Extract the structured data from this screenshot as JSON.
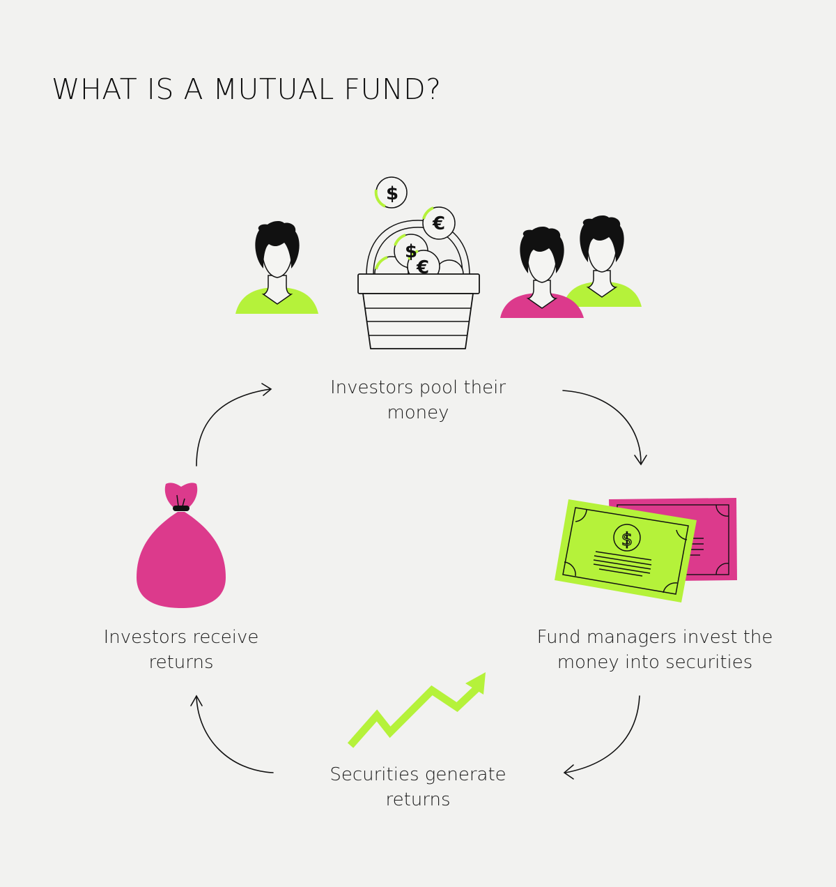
{
  "title": "WHAT IS A MUTUAL FUND?",
  "colors": {
    "background": "#f2f2f0",
    "lime": "#b5f23a",
    "magenta": "#dc3a8c",
    "ink": "#111111"
  },
  "steps": [
    {
      "id": "pool",
      "label_line1": "Investors pool their",
      "label_line2": "money",
      "icon": "basket-of-coins-with-investors"
    },
    {
      "id": "invest",
      "label_line1": "Fund managers invest the",
      "label_line2": "money into securities",
      "icon": "banknotes"
    },
    {
      "id": "generate",
      "label_line1": "Securities generate",
      "label_line2": "returns",
      "icon": "trend-up-arrow"
    },
    {
      "id": "receive",
      "label_line1": "Investors receive",
      "label_line2": "returns",
      "icon": "money-bag"
    }
  ],
  "coins": {
    "dollar": "$",
    "euro": "€"
  }
}
